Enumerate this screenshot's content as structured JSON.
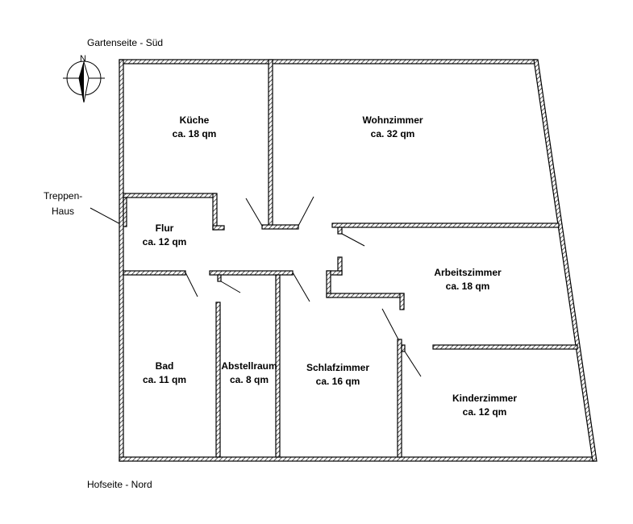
{
  "orientation": {
    "top_label": "Gartenseite - Süd",
    "bottom_label": "Hofseite - Nord",
    "compass_letter": "N"
  },
  "stair": {
    "line1": "Treppen-",
    "line2": "Haus"
  },
  "rooms": [
    {
      "id": "kueche",
      "name": "Küche",
      "area": "ca. 18 qm"
    },
    {
      "id": "wohnzimmer",
      "name": "Wohnzimmer",
      "area": "ca. 32 qm"
    },
    {
      "id": "flur",
      "name": "Flur",
      "area": "ca. 12 qm"
    },
    {
      "id": "arbeitszimmer",
      "name": "Arbeitszimmer",
      "area": "ca. 18 qm"
    },
    {
      "id": "bad",
      "name": "Bad",
      "area": "ca. 11 qm"
    },
    {
      "id": "abstellraum",
      "name": "Abstellraum",
      "area": "ca. 8 qm"
    },
    {
      "id": "schlafzimmer",
      "name": "Schlafzimmer",
      "area": "ca. 16 qm"
    },
    {
      "id": "kinderzimmer",
      "name": "Kinderzimmer",
      "area": "ca. 12 qm"
    }
  ]
}
